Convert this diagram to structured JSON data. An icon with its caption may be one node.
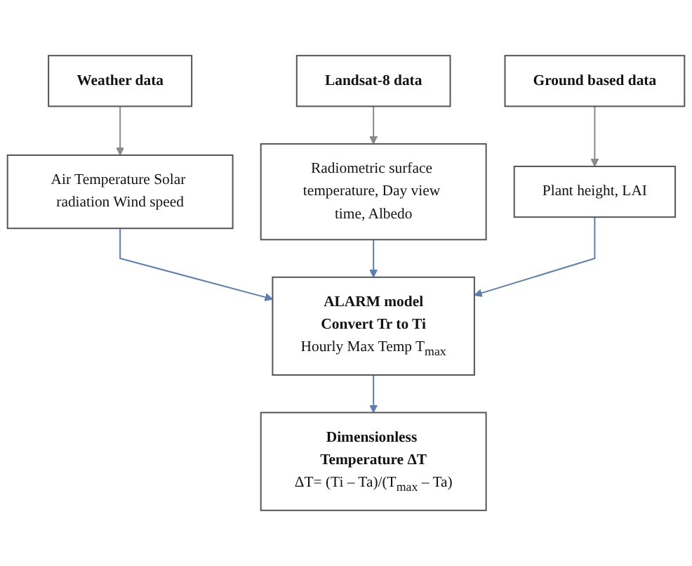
{
  "diagram": {
    "nodes": [
      {
        "text": [
          "Weather data"
        ]
      },
      {
        "text": [
          "Landsat-8 data"
        ]
      },
      {
        "text": [
          "Ground based data"
        ]
      },
      {
        "text": [
          "Air Temperature Solar radiation Wind speed"
        ]
      },
      {
        "text": [
          "Radiometric surface temperature, Day view time, Albedo"
        ]
      },
      {
        "text": [
          "Plant height, LAI"
        ]
      },
      {
        "text": [
          "ALARM model",
          "Convert Tr to Ti",
          "Hourly Max Temp T$_{max}$"
        ]
      },
      {
        "text": [
          "Dimensionless Temperature ΔT",
          "ΔT= (Ti – Ta)/(T$_{max}$ – Ta)"
        ]
      }
    ],
    "edges": [
      {
        "from": 0,
        "to": 3,
        "arrow": "to",
        "color": "#8a8a8a"
      },
      {
        "from": 1,
        "to": 4,
        "arrow": "to",
        "color": "#8a8a8a"
      },
      {
        "from": 2,
        "to": 5,
        "arrow": "to",
        "color": "#8a8a8a"
      },
      {
        "from": 3,
        "to": 6,
        "arrow": "to"
      },
      {
        "from": 4,
        "to": 6,
        "arrow": "to"
      },
      {
        "from": 5,
        "to": 6,
        "arrow": "to"
      },
      {
        "from": 6,
        "to": 7,
        "arrow": "to"
      }
    ]
  }
}
